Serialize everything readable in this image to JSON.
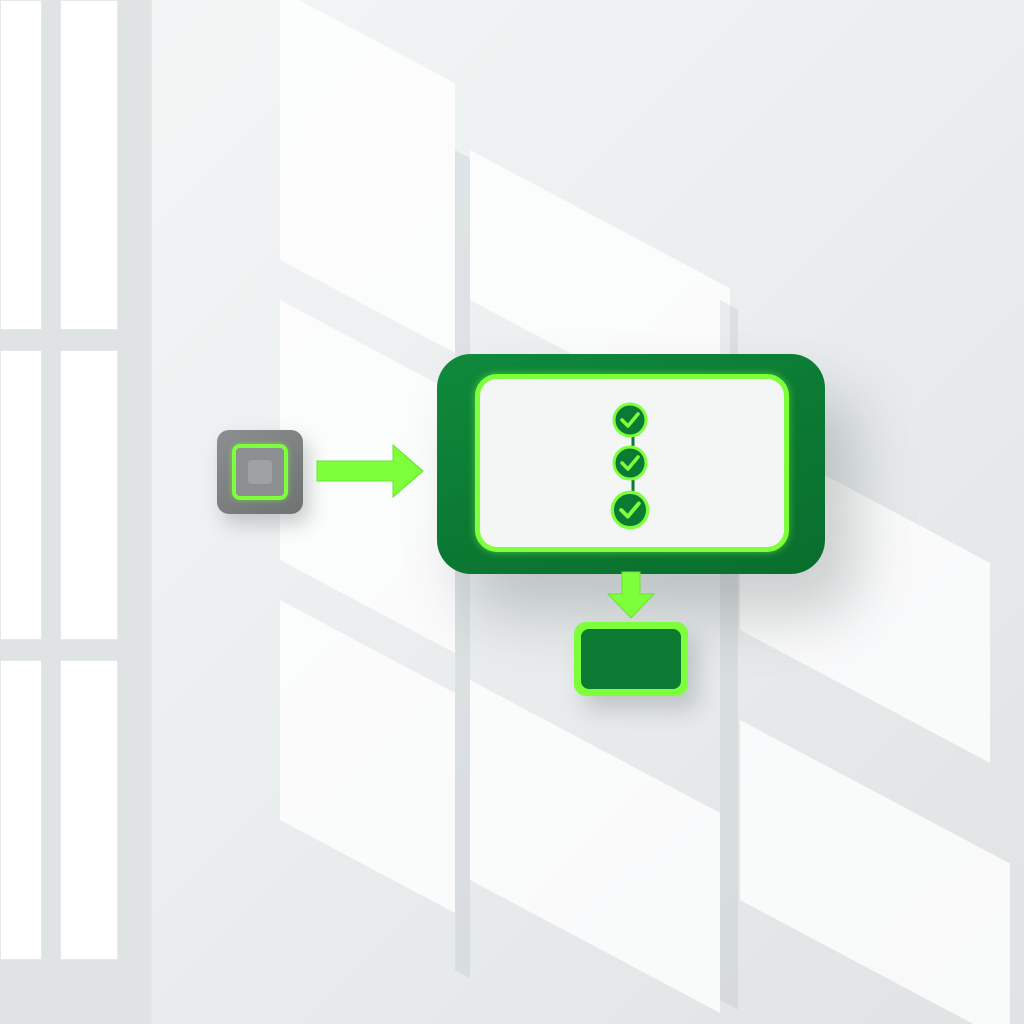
{
  "diagram": {
    "accent_color": "#7dff3c",
    "primary_color": "#0b7a33",
    "neutral_color": "#7f8283",
    "nodes": [
      {
        "id": "source",
        "icon": "square-node-icon",
        "color": "#7f8283"
      },
      {
        "id": "process",
        "icon": "checklist-icon",
        "color": "#0b7a33",
        "checks": 3
      },
      {
        "id": "output",
        "icon": "rectangle-node-icon",
        "color": "#0b7a33"
      }
    ],
    "edges": [
      {
        "from": "source",
        "to": "process",
        "direction": "right"
      },
      {
        "from": "process",
        "to": "output",
        "direction": "down"
      }
    ]
  }
}
